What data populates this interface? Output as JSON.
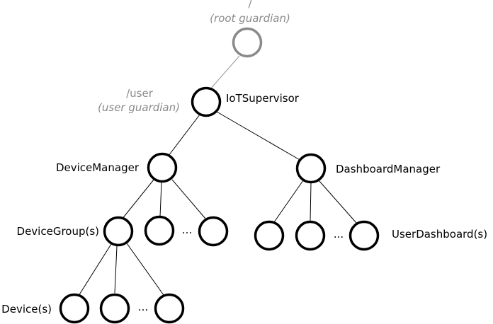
{
  "labels": {
    "root_path": "/",
    "root_guardian": "(root guardian)",
    "user_path": "/user",
    "user_guardian": "(user guardian)",
    "iot_supervisor": "IoTSupervisor",
    "device_manager": "DeviceManager",
    "dashboard_manager": "DashboardManager",
    "device_groups": "DeviceGroup(s)",
    "user_dashboards": "UserDashboard(s)",
    "devices": "Device(s)",
    "ellipsis": "..."
  },
  "colors": {
    "node_stroke": "#000000",
    "root_stroke": "#8a8a8a",
    "muted_text": "#8a8a8a"
  }
}
